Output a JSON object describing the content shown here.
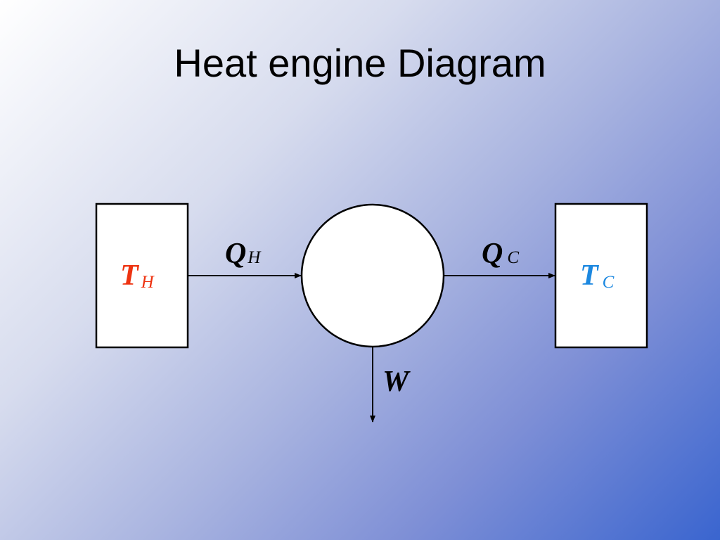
{
  "slide": {
    "title": "Heat engine Diagram"
  },
  "diagram": {
    "hot_reservoir": {
      "symbol": "T",
      "subscript": "H",
      "color": "#ee3311"
    },
    "cold_reservoir": {
      "symbol": "T",
      "subscript": "C",
      "color": "#1c88e0"
    },
    "heat_in": {
      "symbol": "Q",
      "subscript": "H"
    },
    "heat_out": {
      "symbol": "Q",
      "subscript": "C"
    },
    "work": {
      "symbol": "W"
    }
  }
}
